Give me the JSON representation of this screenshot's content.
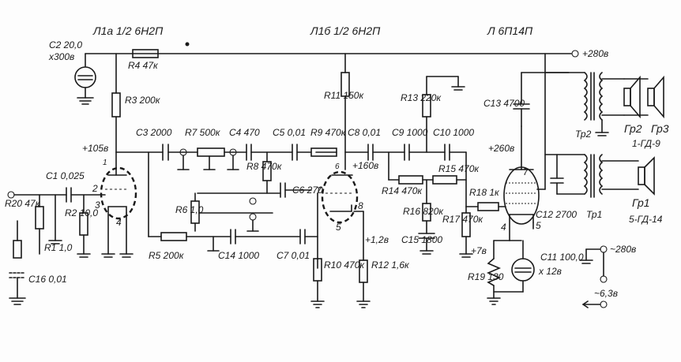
{
  "tubes": {
    "v1a": "Л1а 1/2 6Н2П",
    "v1b": "Л1б 1/2 6Н2П",
    "v2": "Л 6П14П"
  },
  "supply": {
    "b_plus": "+280в",
    "b_plus_2": "~280в",
    "heater": "~6,3в",
    "node_105": "+105в",
    "node_160": "+160в",
    "node_260": "+260в",
    "node_12": "+1,2в",
    "node_7": "+7в"
  },
  "resistors": {
    "r1": "R1 1,0",
    "r2": "R2 10,0",
    "r3": "R3 200к",
    "r4": "R4 47к",
    "r5": "R5 200к",
    "r6": "R6 1,0",
    "r7": "R7 500к",
    "r8": "R8 470к",
    "r9": "R9 470к",
    "r10": "R10 470к",
    "r11": "R11 150к",
    "r12": "R12 1,6к",
    "r13": "R13 220к",
    "r14": "R14 470к",
    "r15": "R15 470к",
    "r16": "R16 820к",
    "r17": "R17 470к",
    "r18": "R18 1к",
    "r19": "R19 130",
    "r20": "R20 47к"
  },
  "capacitors": {
    "c1": "C1 0,025",
    "c2a": "C2 20,0",
    "c2b": "х300в",
    "c3": "C3 2000",
    "c4": "C4 470",
    "c5": "C5 0,01",
    "c6": "C6 270",
    "c7": "C7 0,01",
    "c8": "C8 0,01",
    "c9": "C9 1000",
    "c10": "C10 1000",
    "c11a": "C11 100,0",
    "c11b": "х 12в",
    "c12": "C12 2700",
    "c13": "C13 4700",
    "c14": "C14 1000",
    "c15": "C15 1800",
    "c16": "C16 0,01"
  },
  "transformers": {
    "tr1": "Тр1",
    "tr2": "Тр2"
  },
  "speakers": {
    "gr1": "Гр1",
    "gr1_type": "5-ГД-14",
    "gr2": "Гр2",
    "gr3": "Гр3",
    "gr23_type": "1-ГД-9"
  },
  "pins": [
    "1",
    "2",
    "3",
    "4",
    "6",
    "7",
    "8",
    "5",
    "7",
    "4",
    "5"
  ]
}
